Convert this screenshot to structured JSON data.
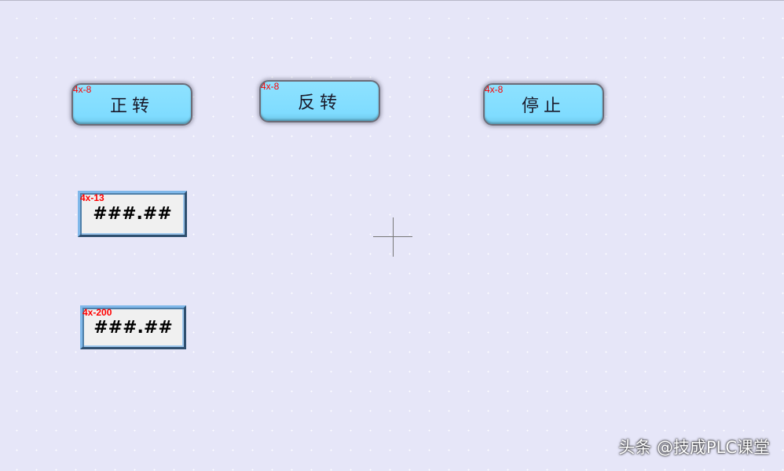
{
  "buttons": [
    {
      "label": "正转",
      "tag": "4x-8"
    },
    {
      "label": "反转",
      "tag": "4x-8"
    },
    {
      "label": "停止",
      "tag": "4x-8"
    }
  ],
  "numerics": [
    {
      "value": "###.##",
      "tag": "4x-13"
    },
    {
      "value": "###.##",
      "tag": "4x-200"
    }
  ],
  "watermark": "头条 @技成PLC课堂"
}
